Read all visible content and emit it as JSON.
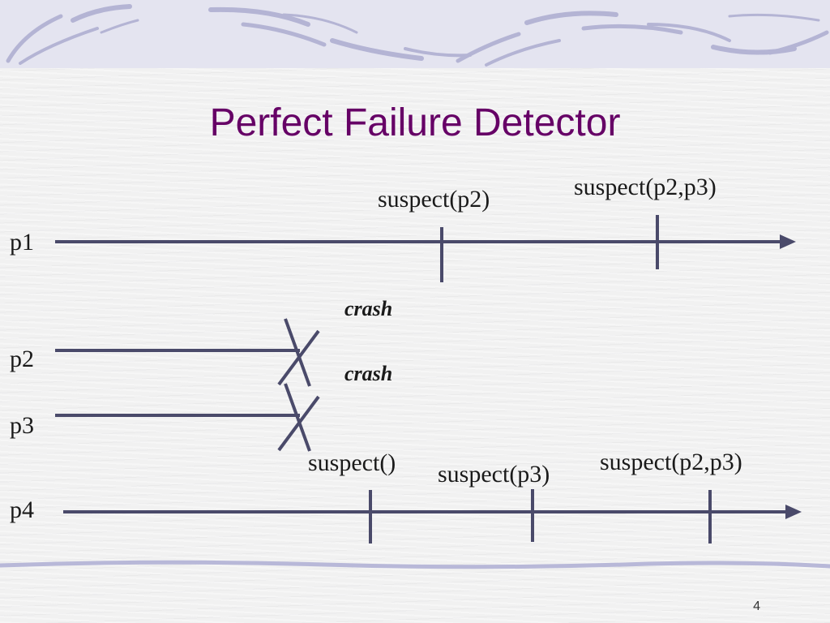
{
  "slide": {
    "title": "Perfect Failure Detector",
    "page_number": "4"
  },
  "processes": {
    "p1": "p1",
    "p2": "p2",
    "p3": "p3",
    "p4": "p4"
  },
  "events": {
    "p1_suspect_1": "suspect(p2)",
    "p1_suspect_2": "suspect(p2,p3)",
    "p2_crash": "crash",
    "p3_crash": "crash",
    "p4_suspect_1": "suspect()",
    "p4_suspect_2": "suspect(p3)",
    "p4_suspect_3": "suspect(p2,p3)"
  },
  "colors": {
    "title": "#660066",
    "timeline": "#4a4a6a",
    "decoration": "#b8b8d8",
    "header_band": "#e4e4f0"
  }
}
